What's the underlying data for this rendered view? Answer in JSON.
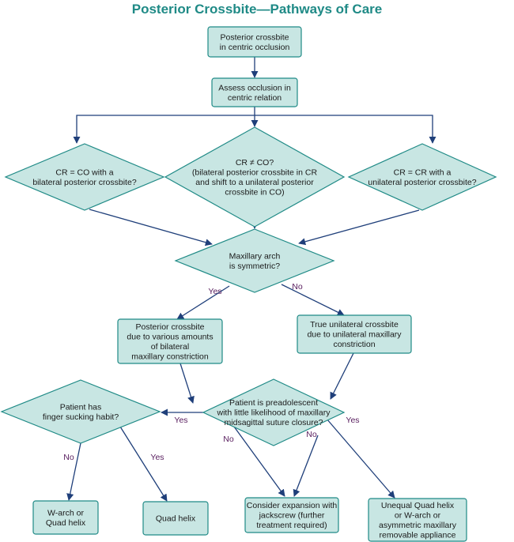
{
  "title": "Posterior Crossbite—Pathways of Care",
  "colors": {
    "title": "#1f8a86",
    "node_fill": "#c8e6e3",
    "node_stroke": "#1f8a86",
    "edge": "#1f3f7a",
    "edge_label": "#5a2060"
  },
  "nodes": [
    {
      "id": "start",
      "shape": "rect",
      "lines": [
        "Posterior crossbite",
        "in centric occlusion"
      ]
    },
    {
      "id": "assess",
      "shape": "rect",
      "lines": [
        "Assess occlusion in",
        "centric relation"
      ]
    },
    {
      "id": "d_bilateral",
      "shape": "diamond",
      "lines": [
        "CR = CO with a",
        "bilateral posterior crossbite?"
      ]
    },
    {
      "id": "d_shift",
      "shape": "diamond",
      "lines": [
        "CR ≠ CO?",
        "(bilateral posterior crossbite in CR",
        "and shift to a unilateral posterior",
        "crossbite in CO)"
      ]
    },
    {
      "id": "d_unilateral",
      "shape": "diamond",
      "lines": [
        "CR = CR with a",
        "unilateral posterior crossbite?"
      ]
    },
    {
      "id": "d_symmetric",
      "shape": "diamond",
      "lines": [
        "Maxillary arch",
        "is symmetric?"
      ]
    },
    {
      "id": "bilateral_constriction",
      "shape": "rect",
      "lines": [
        "Posterior crossbite",
        "due to various amounts",
        "of bilateral",
        "maxillary constriction"
      ]
    },
    {
      "id": "unilateral_constriction",
      "shape": "rect",
      "lines": [
        "True unilateral crossbite",
        "due to unilateral maxillary",
        "constriction"
      ]
    },
    {
      "id": "d_finger",
      "shape": "diamond",
      "lines": [
        "Patient has",
        "finger sucking habit?"
      ]
    },
    {
      "id": "d_preadolescent",
      "shape": "diamond",
      "lines": [
        "Patient is preadolescent",
        "with little likelihood of maxillary",
        "midsagittal suture closure?"
      ]
    },
    {
      "id": "warch",
      "shape": "rect",
      "lines": [
        "W-arch or",
        "Quad helix"
      ]
    },
    {
      "id": "quadhelix",
      "shape": "rect",
      "lines": [
        "Quad helix"
      ]
    },
    {
      "id": "jackscrew",
      "shape": "rect",
      "lines": [
        "Consider expansion with",
        "jackscrew (further",
        "treatment required)"
      ]
    },
    {
      "id": "unequal",
      "shape": "rect",
      "lines": [
        "Unequal Quad helix",
        "or W-arch or",
        "asymmetric maxillary",
        "removable appliance"
      ]
    }
  ],
  "edge_labels": {
    "sym_yes": "Yes",
    "sym_no": "No",
    "pre_yes_left": "Yes",
    "pre_no_left": "No",
    "pre_no_right": "No",
    "pre_yes_right": "Yes",
    "finger_no": "No",
    "finger_yes": "Yes"
  }
}
